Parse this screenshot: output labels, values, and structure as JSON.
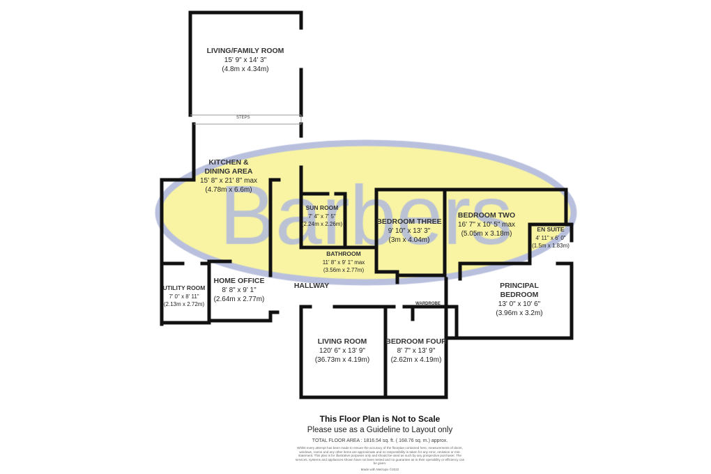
{
  "logo": {
    "text": "Barbers",
    "ellipse_fill": "#f8f4a4",
    "ellipse_stroke": "#b9c0dd",
    "text_color": "#b0b8dc"
  },
  "rooms": [
    {
      "id": "living-family-room",
      "name": "LIVING/FAMILY ROOM",
      "imperial": "15' 9\" x 14' 3\"",
      "metric": "(4.8m x 4.34m)"
    },
    {
      "id": "kitchen",
      "name": "KITCHEN &",
      "name2": "DINING AREA",
      "imperial": "15' 8\" x 21' 8\" max",
      "metric": "(4.78m x 6.6m)"
    },
    {
      "id": "sun-room",
      "name": "SUN ROOM",
      "imperial": "7' 4\" x 7' 5\"",
      "metric": "(2.24m x 2.26m)"
    },
    {
      "id": "bedroom-three",
      "name": "BEDROOM THREE",
      "imperial": "9' 10\" x 13' 3\"",
      "metric": "(3m x 4.04m)"
    },
    {
      "id": "bedroom-two",
      "name": "BEDROOM TWO",
      "imperial": "16' 7\" x 10' 5\" max",
      "metric": "(5.05m x 3.18m)"
    },
    {
      "id": "en-suite",
      "name": "EN SUITE",
      "imperial": "4' 11\" x 6' 0\"",
      "metric": "(1.5m x 1.83m)"
    },
    {
      "id": "bathroom",
      "name": "BATHROOM",
      "imperial": "11' 8\" x 9' 1\" max",
      "metric": "(3.56m x 2.77m)"
    },
    {
      "id": "utility-room",
      "name": "UTILITY ROOM",
      "imperial": "7' 0\" x 8' 11\"",
      "metric": "(2.13m x 2.72m)"
    },
    {
      "id": "home-office",
      "name": "HOME OFFICE",
      "imperial": "8' 8\" x 9' 1\"",
      "metric": "(2.64m x 2.77m)"
    },
    {
      "id": "hallway",
      "name": "HALLWAY"
    },
    {
      "id": "principal-bedroom",
      "name": "PRINCIPAL",
      "name2": "BEDROOM",
      "imperial": "13' 0\" x 10' 6\"",
      "metric": "(3.96m x 3.2m)"
    },
    {
      "id": "living-room",
      "name": "LIVING ROOM",
      "imperial": "120' 6\" x 13' 9\"",
      "metric": "(36.73m x 4.19m)"
    },
    {
      "id": "bedroom-four",
      "name": "BEDROOM FOUR",
      "imperial": "8' 7\" x 13' 9\"",
      "metric": "(2.62m x 4.19m)"
    },
    {
      "id": "wardrobe",
      "name": "WARDROBE"
    }
  ],
  "steps_label": "STEPS",
  "footer": {
    "not_to_scale": "This Floor Plan is Not to Scale",
    "guideline": "Please use as a Guideline to Layout only",
    "total_area": "TOTAL FLOOR AREA : 1816.54 sq. ft. ( 168.76 sq. m.) approx.",
    "disclaimer": "Whilst every attempt has been made to ensure the accuracy of the floorplan contained here, measurements of doors, windows, rooms and any other items are approximate and no responsibility is taken for any error, omission or mis-statement. This plan is for illustrative purposes only and should be used as such by any prospective purchaser. The services, systems and appliances shown have not been tested and no guarantee as to their operability or efficiency can be given.",
    "made_with": "Made with Metropix ©2022"
  }
}
